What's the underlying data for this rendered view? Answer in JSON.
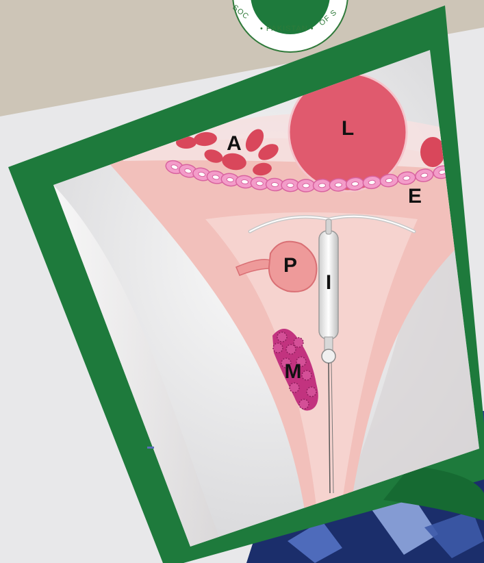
{
  "seal": {
    "text": "• PAKISTAN •",
    "fragment_left": "SOC",
    "fragment_right": "OF S"
  },
  "diagram": {
    "labels": {
      "A": "A",
      "L": "L",
      "E": "E",
      "P": "P",
      "I": "I",
      "M": "M"
    }
  },
  "colors": {
    "frame_green": "#1e7a3c",
    "beige_band": "#cdc5b7",
    "tissue_pink": "#f2c0bb",
    "lumen_red": "#e05a6e",
    "epithelium": "#f39cc9",
    "polyp": "#ee9a9a",
    "mass_magenta": "#c2337f"
  }
}
